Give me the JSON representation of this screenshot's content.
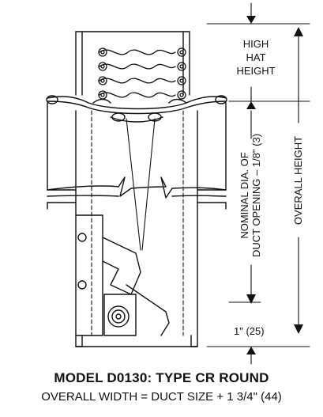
{
  "labels": {
    "high_hat_line1": "HIGH",
    "high_hat_line2": "HAT",
    "high_hat_line3": "HEIGHT",
    "nominal_line1": "NOMINAL DIA. OF",
    "nominal_line2": "DUCT OPENING – 1/8\" (3)",
    "overall_height": "OVERALL HEIGHT",
    "bottom_dim": "1\" (25)"
  },
  "caption": {
    "title": "MODEL D0130: TYPE CR ROUND",
    "subtitle": "OVERALL WIDTH  = DUCT SIZE + 1 3/4\" (44)"
  },
  "colors": {
    "line": "#111111",
    "background": "#ffffff"
  }
}
